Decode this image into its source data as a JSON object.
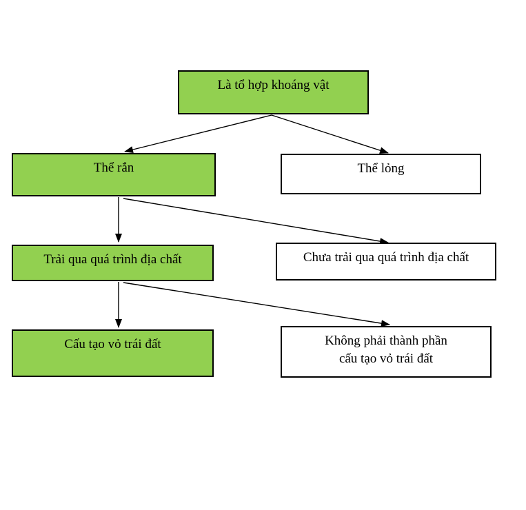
{
  "diagram": {
    "type": "flowchart",
    "nodes": [
      {
        "id": "root",
        "label": "Là tổ hợp khoáng vật",
        "highlighted": true
      },
      {
        "id": "the-ran",
        "label": "Thể rắn",
        "highlighted": true
      },
      {
        "id": "the-long",
        "label": "Thể lỏng",
        "highlighted": false
      },
      {
        "id": "trai-qua",
        "label": "Trải qua quá trình địa chất",
        "highlighted": true
      },
      {
        "id": "chua-trai",
        "label": "Chưa trải qua quá trình địa chất",
        "highlighted": false
      },
      {
        "id": "cau-tao",
        "label": "Cấu tạo vỏ trái đất",
        "highlighted": true
      },
      {
        "id": "khong-phai",
        "label": "Không phải thành phần\ncấu tạo vỏ trái đất",
        "highlighted": false
      }
    ],
    "edges": [
      {
        "from": "root",
        "to": "the-ran"
      },
      {
        "from": "root",
        "to": "the-long"
      },
      {
        "from": "the-ran",
        "to": "trai-qua"
      },
      {
        "from": "the-ran",
        "to": "chua-trai"
      },
      {
        "from": "trai-qua",
        "to": "cau-tao"
      },
      {
        "from": "trai-qua",
        "to": "khong-phai"
      }
    ],
    "colors": {
      "highlight_fill": "#92D050",
      "plain_fill": "#FFFFFF",
      "border": "#000000",
      "text": "#000000",
      "background": "#FFFFFF"
    }
  }
}
